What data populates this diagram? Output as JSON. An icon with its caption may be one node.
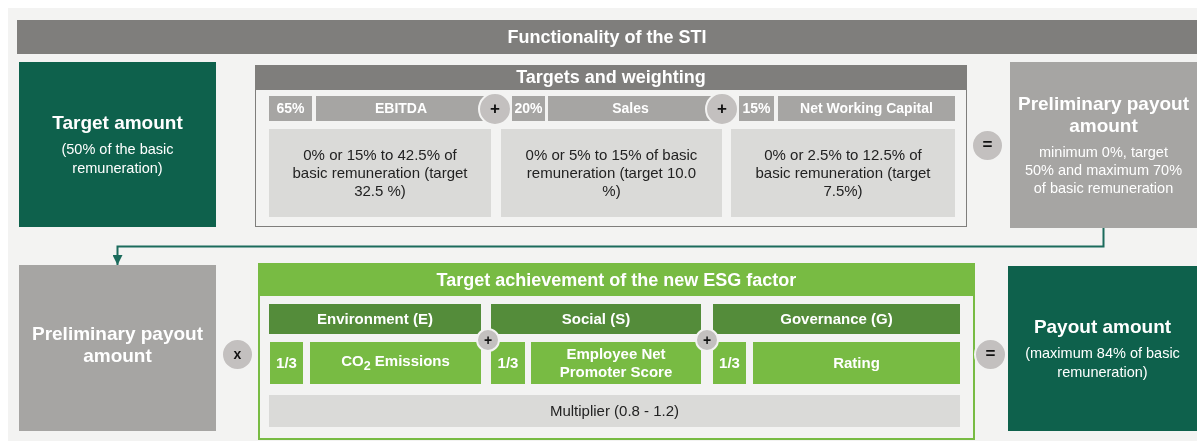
{
  "diagram": {
    "title": "Functionality of the STI",
    "nodes": [
      {
        "text": [
          "Target amount",
          "(50% of the basic remuneration)"
        ]
      },
      {
        "text": [
          "Targets and weighting"
        ]
      },
      {
        "text": [
          "65%"
        ],
        "in": 1
      },
      {
        "text": [
          "EBITDA"
        ],
        "in": 1
      },
      {
        "text": [
          "+"
        ],
        "in": 1
      },
      {
        "text": [
          "20%"
        ],
        "in": 1
      },
      {
        "text": [
          "Sales"
        ],
        "in": 1
      },
      {
        "text": [
          "+"
        ],
        "in": 1
      },
      {
        "text": [
          "15%"
        ],
        "in": 1
      },
      {
        "text": [
          "Net Working Capital"
        ],
        "in": 1
      },
      {
        "text": [
          "0% or 15% to 42.5% of basic remuneration (target 32.5 %)"
        ],
        "in": 1
      },
      {
        "text": [
          "0% or 5% to 15% of basic remuneration (target 10.0 %)"
        ],
        "in": 1
      },
      {
        "text": [
          "0% or 2.5% to 12.5% of basic remuneration (target 7.5%)"
        ],
        "in": 1
      },
      {
        "text": [
          "="
        ]
      },
      {
        "text": [
          "Preliminary payout amount",
          "minimum 0%, target 50% and maximum 70% of basic remuneration"
        ]
      },
      {
        "text": [
          "Preliminary payout amount"
        ]
      },
      {
        "text": [
          "x"
        ]
      },
      {
        "text": [
          "Target achievement of the new ESG factor"
        ]
      },
      {
        "text": [
          "Environment (E)"
        ],
        "in": 17
      },
      {
        "text": [
          "+"
        ],
        "in": 17
      },
      {
        "text": [
          "Social (S)"
        ],
        "in": 17
      },
      {
        "text": [
          "+"
        ],
        "in": 17
      },
      {
        "text": [
          "Governance (G)"
        ],
        "in": 17
      },
      {
        "text": [
          "1/3"
        ],
        "in": 17
      },
      {
        "text": [
          "CO$_{2}$ Emissions"
        ],
        "in": 17
      },
      {
        "text": [
          "1/3"
        ],
        "in": 17
      },
      {
        "text": [
          "Employee Net Promoter Score"
        ],
        "in": 17
      },
      {
        "text": [
          "1/3"
        ],
        "in": 17
      },
      {
        "text": [
          "Rating"
        ],
        "in": 17
      },
      {
        "text": [
          "Multiplier (0.8 - 1.2)"
        ],
        "in": 17
      },
      {
        "text": [
          "="
        ]
      },
      {
        "text": [
          "Payout amount",
          "(maximum 84% of basic remuneration)"
        ]
      }
    ],
    "edges": [
      {
        "from": 14,
        "to": 15,
        "arrow": "to"
      }
    ]
  }
}
